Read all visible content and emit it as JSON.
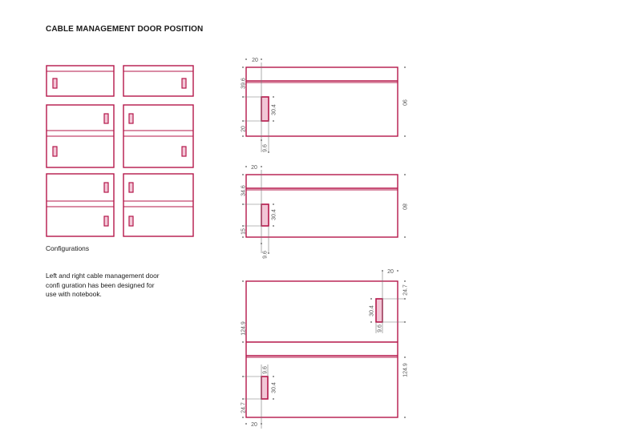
{
  "page": {
    "title": "CABLE MANAGEMENT DOOR POSITION",
    "caption": "Configurations",
    "description_lines": [
      "Left and right cable management door",
      "confi guration has been designed for",
      "use with notebook."
    ]
  },
  "colors": {
    "frame": "#b5174a",
    "slot_fill": "#f2c6d6",
    "dimension_text": "#555555"
  },
  "drawings": {
    "d90": {
      "top_width": "20",
      "upper_gap": "39.6",
      "lower_gap": "20",
      "slot_length": "30.4",
      "slot_width": "9.6",
      "height": "90"
    },
    "d80": {
      "top_width": "20",
      "upper_gap": "34.6",
      "lower_gap": "15",
      "slot_length": "30.4",
      "slot_width": "9.6",
      "height": "80"
    },
    "d124": {
      "top_width": "20",
      "top_gap": "24.7",
      "upper_slot_length": "30.4",
      "upper_slot_width": "9.6",
      "upper_height": "124.9",
      "lower_slot_width": "9.6",
      "lower_slot_length": "30.4",
      "lower_gap": "24.7",
      "bottom_width": "20",
      "lower_height": "124.9"
    }
  }
}
